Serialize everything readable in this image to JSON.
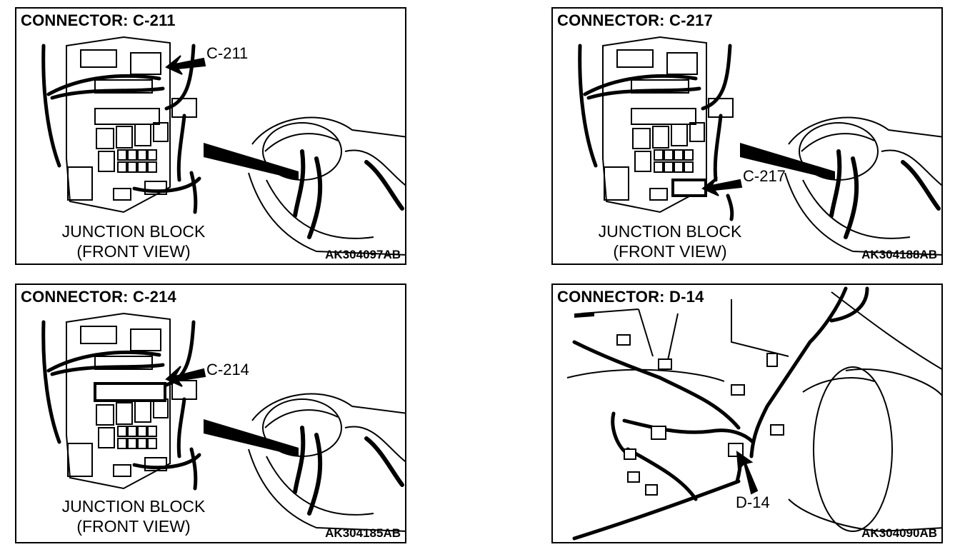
{
  "panels": {
    "c211": {
      "title": "CONNECTOR: C-211",
      "callout": "C-211",
      "label_line1": "JUNCTION BLOCK",
      "label_line2": "(FRONT VIEW)",
      "code": "AK304097AB"
    },
    "c217": {
      "title": "CONNECTOR: C-217",
      "callout": "C-217",
      "label_line1": "JUNCTION BLOCK",
      "label_line2": "(FRONT VIEW)",
      "code": "AK304188AB"
    },
    "c214": {
      "title": "CONNECTOR: C-214",
      "callout": "C-214",
      "label_line1": "JUNCTION BLOCK",
      "label_line2": "(FRONT VIEW)",
      "code": "AK304185AB"
    },
    "d14": {
      "title": "CONNECTOR: D-14",
      "callout": "D-14",
      "code": "AK304090AB"
    }
  }
}
